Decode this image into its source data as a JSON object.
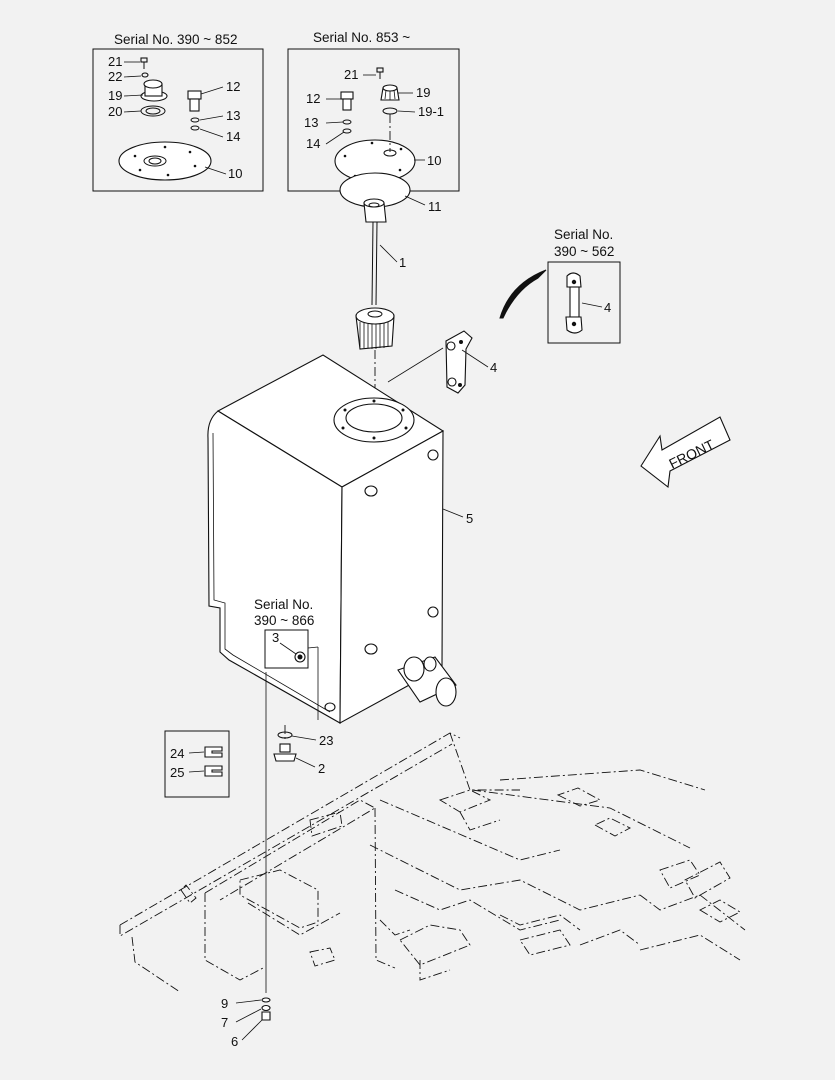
{
  "callouts": {
    "inset_a_title": "Serial No. 390 ~ 852",
    "inset_b_title": "Serial No. 853 ~",
    "inset_c_title_line1": "Serial No.",
    "inset_c_title_line2": "390 ~ 562",
    "inset_d_title_line1": "Serial No.",
    "inset_d_title_line2": "390 ~ 866",
    "front_label": "FRONT"
  },
  "labels": {
    "a21": "21",
    "a22": "22",
    "a19": "19",
    "a20": "20",
    "a12": "12",
    "a13": "13",
    "a14": "14",
    "a10": "10",
    "b21": "21",
    "b19": "19",
    "b19_1": "19-1",
    "b12": "12",
    "b13": "13",
    "b14": "14",
    "b10": "10",
    "b11": "11",
    "p1": "1",
    "p4_inset": "4",
    "p4": "4",
    "p5": "5",
    "p3": "3",
    "p23": "23",
    "p2": "2",
    "p24": "24",
    "p25": "25",
    "p9": "9",
    "p7": "7",
    "p6": "6"
  }
}
